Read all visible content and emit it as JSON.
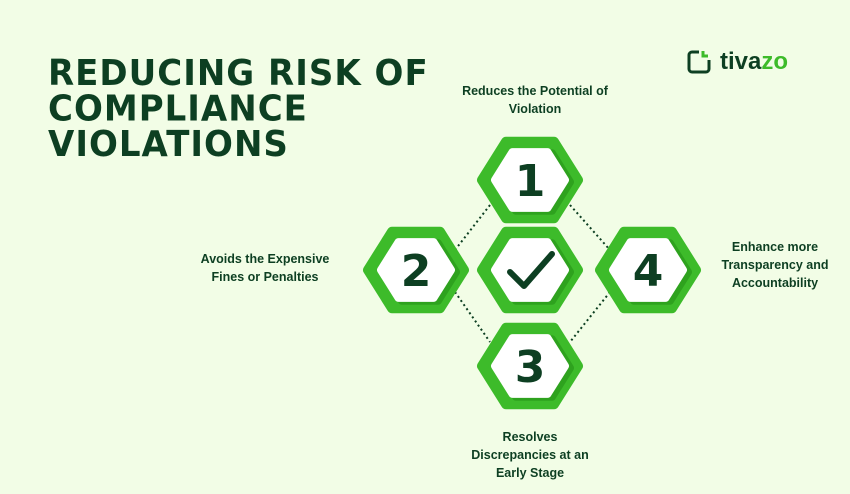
{
  "title": [
    "REDUCING RISK OF",
    "COMPLIANCE",
    "VIOLATIONS"
  ],
  "logo": {
    "prefix": "tiva",
    "suffix": "zo"
  },
  "steps": [
    {
      "number": "1",
      "label": "Reduces the Potential of Violation"
    },
    {
      "number": "2",
      "label": "Avoids the Expensive Fines or Penalties"
    },
    {
      "number": "3",
      "label": "Resolves Discrepancies at an Early Stage"
    },
    {
      "number": "4",
      "label": "Enhance more Transparency and Accountability"
    }
  ],
  "colors": {
    "green": "#3dbb2a",
    "dark": "#0d3f22",
    "bg": "#f2fde6"
  }
}
